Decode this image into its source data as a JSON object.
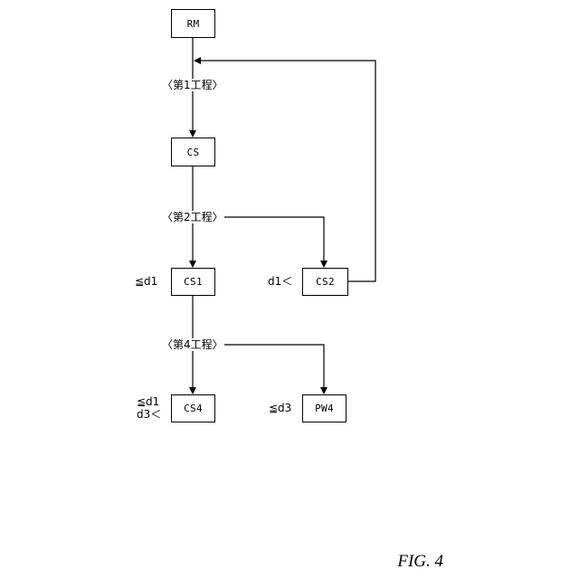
{
  "nodes": {
    "rm": "RM",
    "cs": "CS",
    "cs1": "CS1",
    "cs2": "CS2",
    "cs4": "CS4",
    "pw4": "PW4"
  },
  "steps": {
    "step1": "〈第1工程〉",
    "step2": "〈第2工程〉",
    "step4": "〈第4工程〉"
  },
  "conditions": {
    "cs1": "≦d1",
    "cs2": "d1＜",
    "cs4_line1": "≦d1",
    "cs4_line2": "d3＜",
    "pw4": "≦d3"
  },
  "figure_label": "FIG. 4"
}
